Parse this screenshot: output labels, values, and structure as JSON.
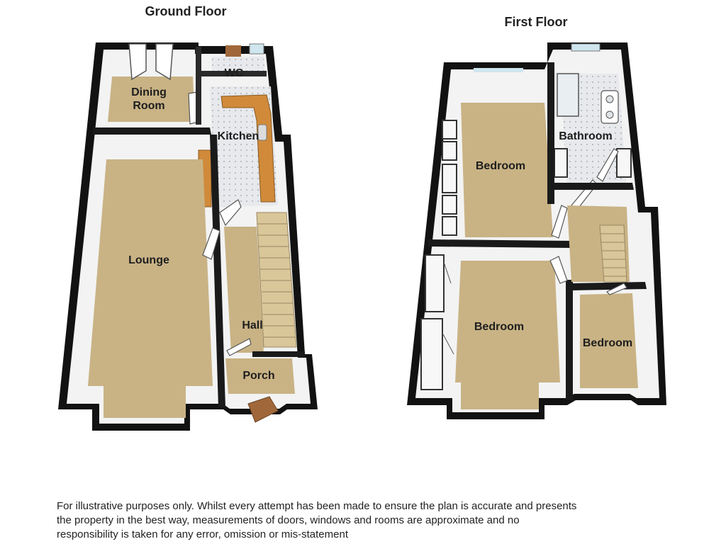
{
  "floors": {
    "ground": {
      "title": "Ground Floor",
      "rooms": {
        "dining_line1": "Dining",
        "dining_line2": "Room",
        "wc": "WC",
        "kitchen": "Kitchen",
        "lounge": "Lounge",
        "hall": "Hall",
        "porch": "Porch"
      }
    },
    "first": {
      "title": "First Floor",
      "rooms": {
        "bedroom_rear": "Bedroom",
        "bathroom": "Bathroom",
        "bedroom_front": "Bedroom",
        "bedroom_small": "Bedroom"
      }
    }
  },
  "disclaimer": {
    "line1": "For illustrative purposes only. Whilst every attempt has been made to ensure the plan is accurate and presents",
    "line2": "the property in the best way, measurements of doors, windows and rooms are approximate and no",
    "line3": "responsibility is taken for any error, omission or mis-statement"
  },
  "colors": {
    "floor_carpet": "#c9b385",
    "floor_tile": "#e6e8ea",
    "wall_dark": "#111111",
    "wall_inner": "#f4f4f4",
    "counter": "#d08a3a",
    "door": "#a0683a"
  }
}
